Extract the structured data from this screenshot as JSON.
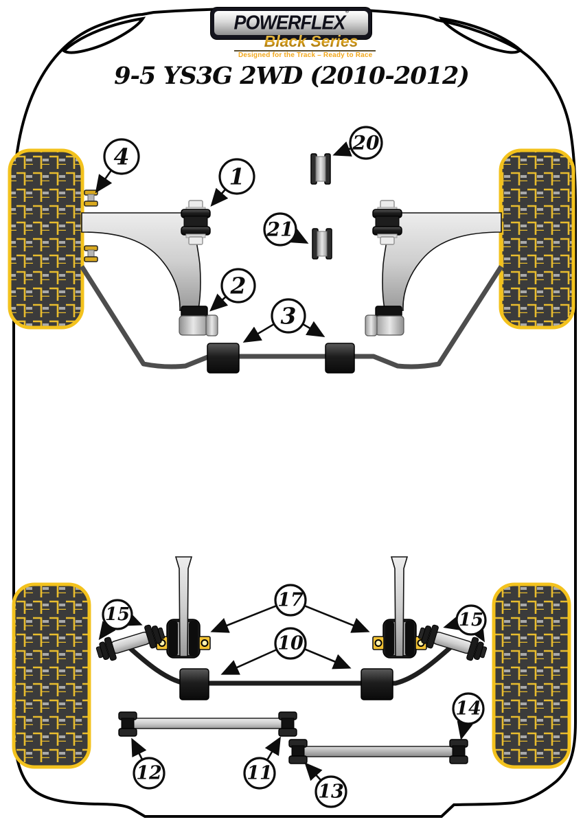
{
  "header": {
    "logo": {
      "brand": "POWERFLEX",
      "registered": "®",
      "series": "Black Series",
      "tagline": "Designed for the Track – Ready to Race"
    },
    "title": "9-5 YS3G 2WD (2010-2012)"
  },
  "diagram": {
    "callouts": {
      "c1": "1",
      "c2": "2",
      "c3": "3",
      "c4": "4",
      "c10": "10",
      "c11": "11",
      "c12": "12",
      "c13": "13",
      "c14": "14",
      "c15_left": "15",
      "c15_right": "15",
      "c17": "17",
      "c20": "20",
      "c21": "21"
    }
  },
  "colors": {
    "accent_gold": "#F3C21D",
    "tread_dark": "#3B3B3B",
    "body_outline": "#000000",
    "callout_ink": "#0D0D0D"
  }
}
